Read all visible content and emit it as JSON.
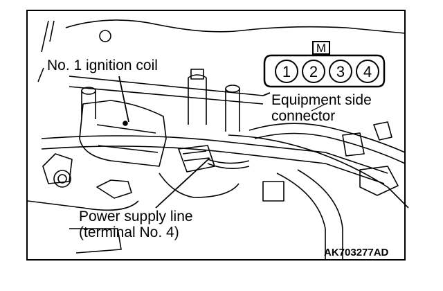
{
  "labels": {
    "ignition_coil": "No. 1 ignition coil",
    "equipment_line1": "Equipment side",
    "equipment_line2": "connector",
    "power_line1": "Power supply line",
    "power_line2": "(terminal No. 4)",
    "figure_code": "AK703277AD"
  },
  "connector": {
    "key": "M",
    "pins": [
      "1",
      "2",
      "3",
      "4"
    ]
  },
  "colors": {
    "ink": "#000000",
    "paper": "#ffffff"
  }
}
